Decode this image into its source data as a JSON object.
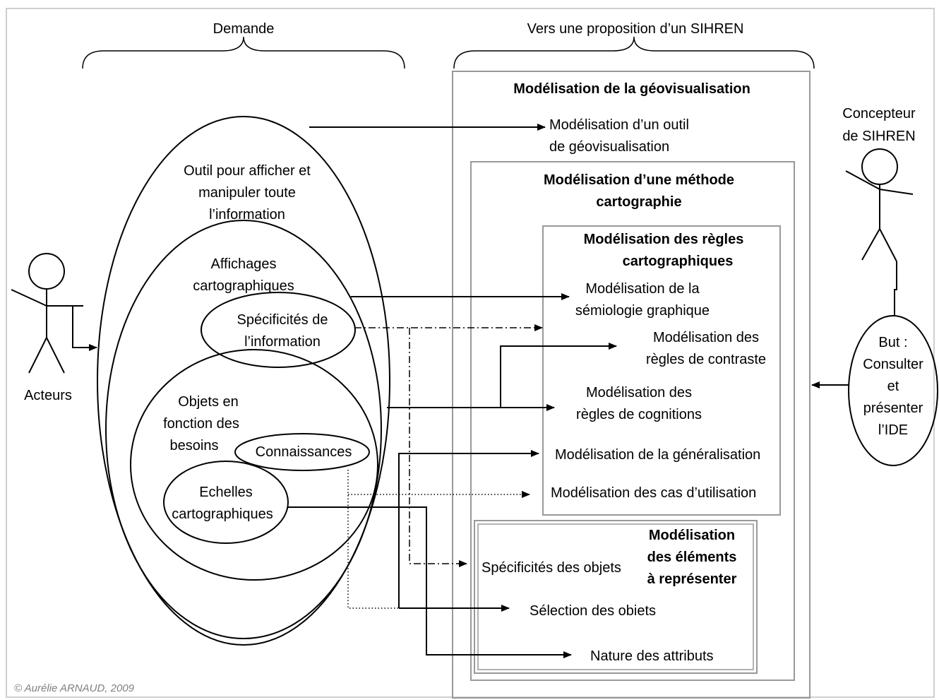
{
  "header": {
    "demande": "Demande",
    "proposition": "Vers une proposition d’un SIHREN"
  },
  "actors": {
    "acteurs": "Acteurs",
    "concepteur": [
      "Concepteur",
      "de SIHREN"
    ]
  },
  "ellipses": {
    "outil": [
      "Outil pour afficher et",
      "manipuler toute",
      "l’information"
    ],
    "affichages": [
      "Affichages",
      "cartographiques"
    ],
    "specificites_info": [
      "Spécificités  de",
      "l’information"
    ],
    "objets": [
      "Objets en",
      "fonction des",
      "besoins"
    ],
    "connaissances": "Connaissances",
    "echelles": [
      "Echelles",
      "cartographiques"
    ],
    "but": [
      "But :",
      "Consulter",
      "et",
      "présenter",
      "l’IDE"
    ]
  },
  "boxes": {
    "geovisualisation": "Modélisation de la géovisualisation",
    "methode": [
      "Modélisation d’une méthode",
      "cartographie"
    ],
    "regles": [
      "Modélisation des règles",
      "cartographiques"
    ],
    "elements": [
      "Modélisation",
      "des éléments",
      "à représenter"
    ]
  },
  "targets": {
    "outil_geovis": [
      "Modélisation d’un outil",
      "de géovisualisation"
    ],
    "semiologie": [
      "Modélisation de la",
      "sémiologie graphique"
    ],
    "contraste": [
      "Modélisation des",
      "règles de contraste"
    ],
    "cognitions": [
      "Modélisation des",
      "règles de cognitions"
    ],
    "generalisation": "Modélisation de la généralisation",
    "cas_utilisation": "Modélisation des cas d’utilisation",
    "specificites_objets": "Spécificités des objets",
    "selection": "Sélection des obiets",
    "nature": "Nature des attributs"
  },
  "credit": "© Aurélie ARNAUD, 2009",
  "colors": {
    "line": "#000000",
    "box_border": "#999999",
    "frame_border": "#bfbfbf",
    "credit": "#808080"
  }
}
